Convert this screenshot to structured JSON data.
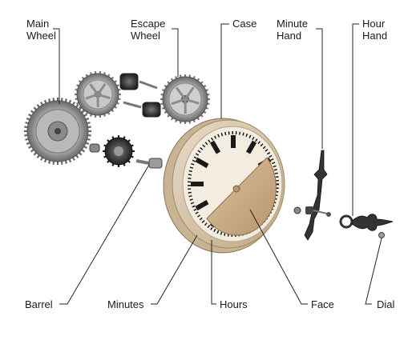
{
  "labels": {
    "main_wheel": [
      "Main",
      "Wheel"
    ],
    "escape_wheel": [
      "Escape",
      "Wheel"
    ],
    "case": "Case",
    "minute_hand": [
      "Minute",
      "Hand"
    ],
    "hour_hand": [
      "Hour",
      "Hand"
    ],
    "barrel": "Barrel",
    "minutes": "Minutes",
    "hours": "Hours",
    "face": "Face",
    "dial": "Dial"
  },
  "colors": {
    "gear": "#9a9a9a",
    "gear_dark": "#4a4a4a",
    "case_outer": "#c8b394",
    "case_inner": "#e9dcc7",
    "face": "#c9aa82",
    "numeral": "#1a1a1a",
    "hand": "#333333",
    "leader": "#222222"
  }
}
